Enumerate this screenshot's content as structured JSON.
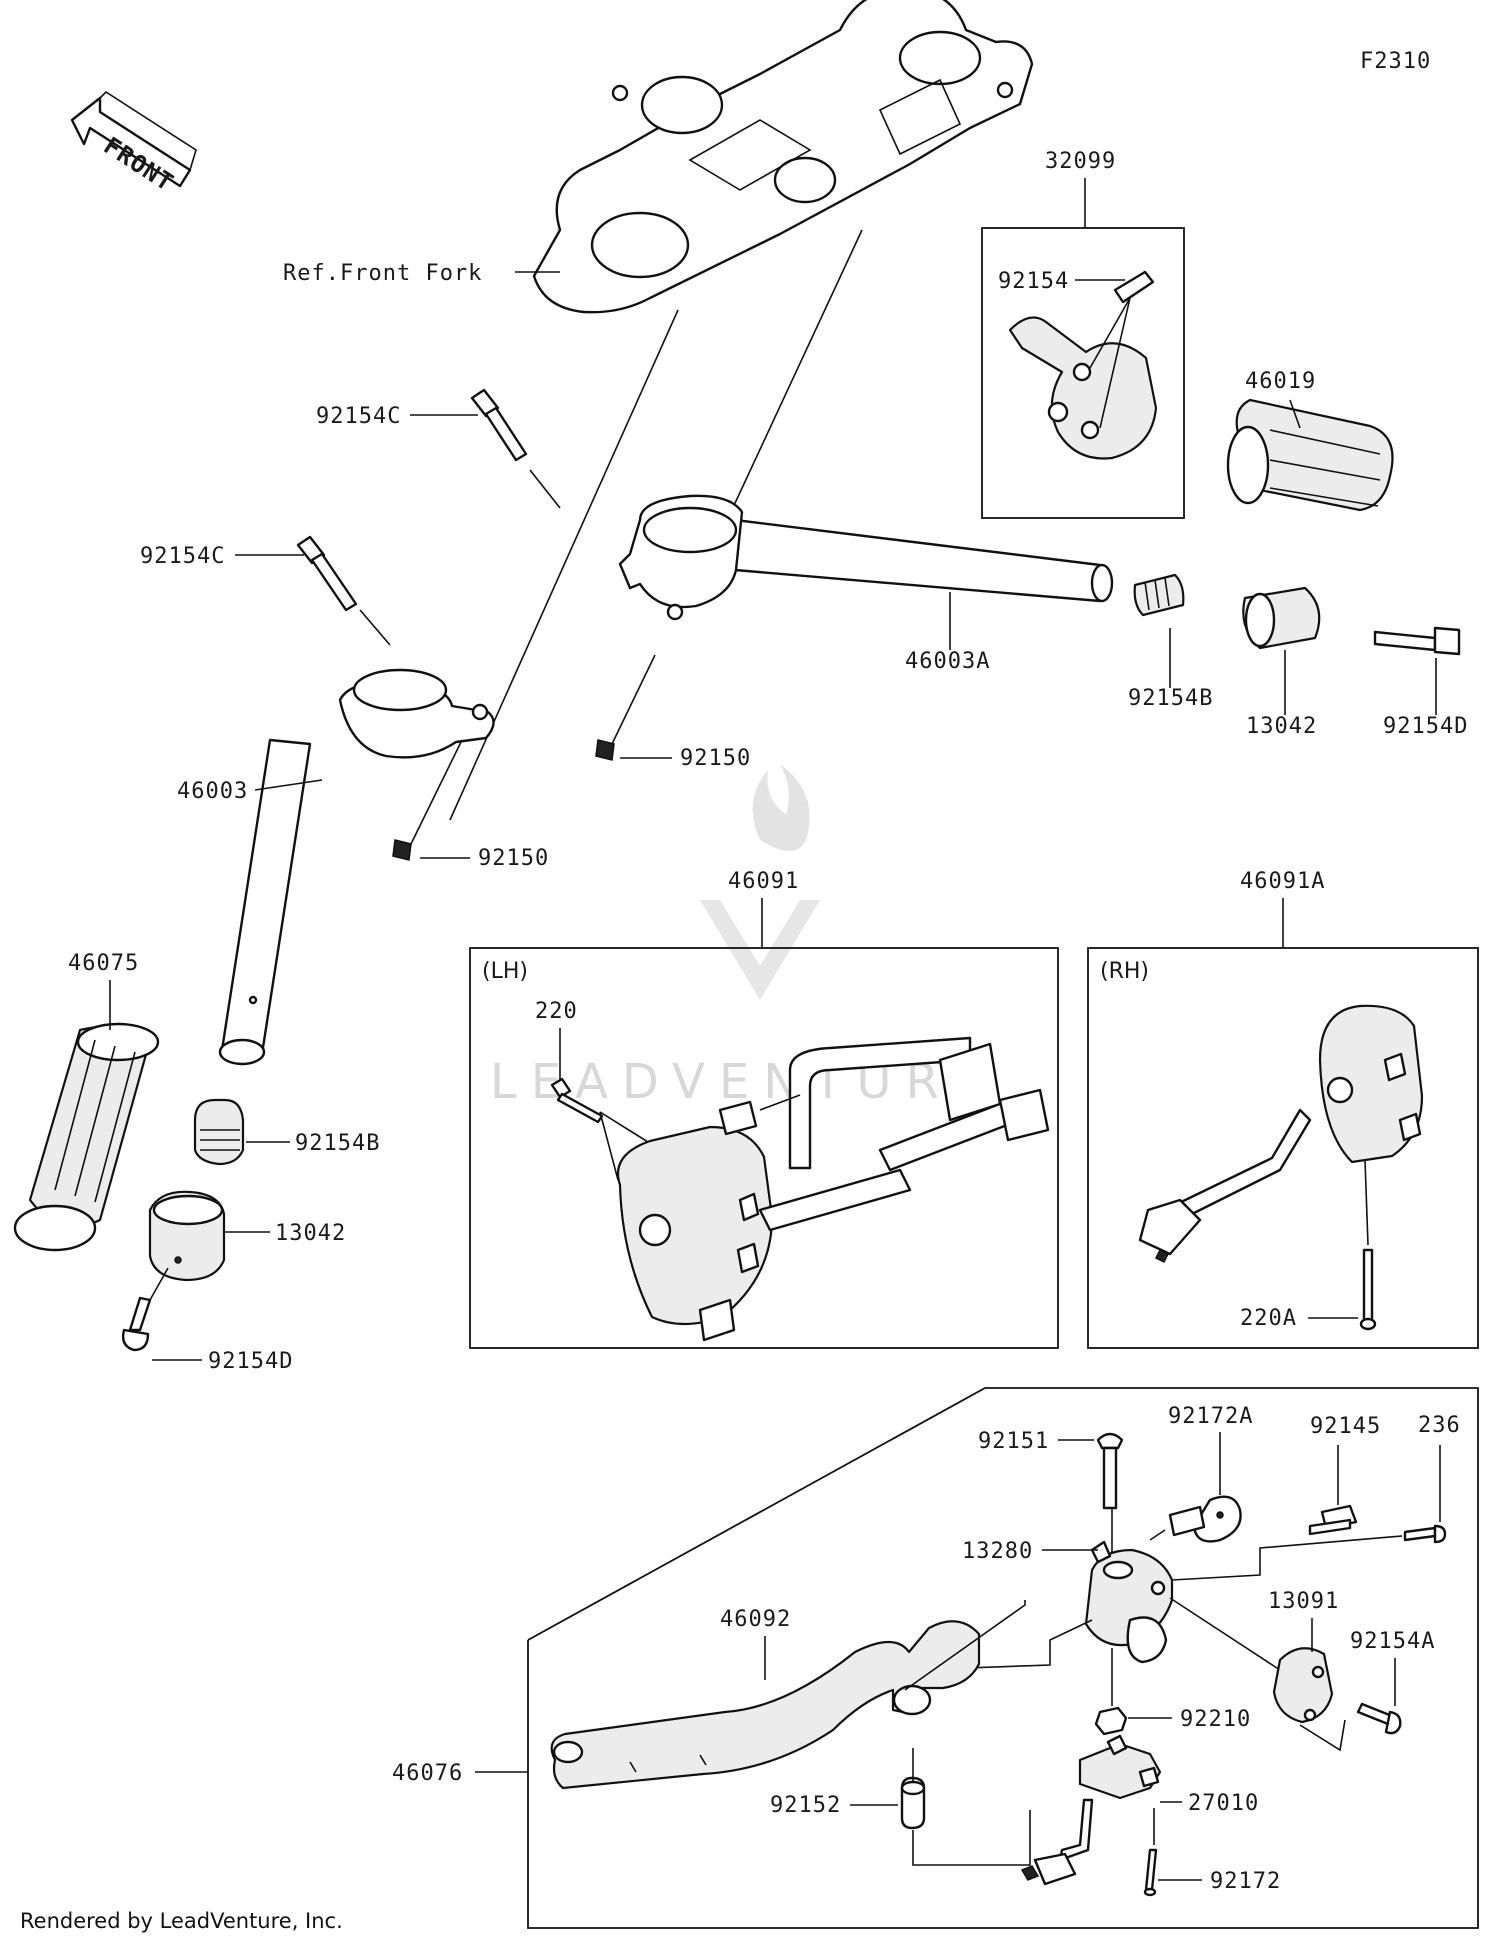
{
  "diagram": {
    "code": "F2310",
    "front_arrow": "FRONT",
    "ref_label": "Ref.Front Fork",
    "watermark": "LEADVENTURE",
    "footer": "Rendered by LeadVenture, Inc.",
    "group_labels": {
      "lh": "(LH)",
      "rh": "(RH)"
    },
    "parts": {
      "p32099": "32099",
      "p92154_top": "92154",
      "p46019": "46019",
      "p92154C_a": "92154C",
      "p92154C_b": "92154C",
      "p46003A": "46003A",
      "p92154B_r": "92154B",
      "p13042_r": "13042",
      "p92154D_r": "92154D",
      "p92150_a": "92150",
      "p46003": "46003",
      "p92150_b": "92150",
      "p46091": "46091",
      "p46091A": "46091A",
      "p46075": "46075",
      "p220": "220",
      "p92154B_l": "92154B",
      "p13042_l": "13042",
      "p92154D_l": "92154D",
      "p220A": "220A",
      "p92151": "92151",
      "p92172A": "92172A",
      "p92145": "92145",
      "p236": "236",
      "p13280": "13280",
      "p46092": "46092",
      "p13091": "13091",
      "p92154A": "92154A",
      "p92210": "92210",
      "p46076": "46076",
      "p92152": "92152",
      "p27010": "27010",
      "p92172": "92172"
    }
  }
}
